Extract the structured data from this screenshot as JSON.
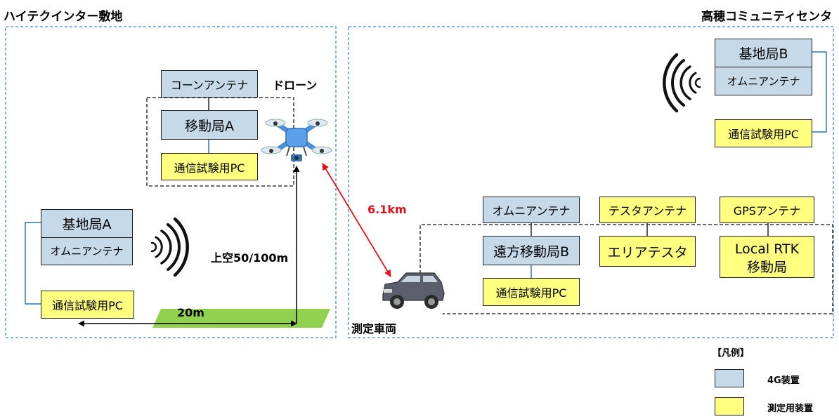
{
  "left_area": {
    "title": "ハイテクインター敷地"
  },
  "right_area": {
    "title": "高穂コミュニティセンタ"
  },
  "drone": {
    "label": "ドローン",
    "cone_antenna": "コーンアンテナ",
    "mobile_station": "移動局A",
    "test_pc": "通信試験用PC"
  },
  "base_a": {
    "name": "基地局A",
    "antenna": "オムニアンテナ",
    "test_pc": "通信試験用PC"
  },
  "base_b": {
    "name": "基地局B",
    "antenna": "オムニアンテナ",
    "test_pc": "通信試験用PC"
  },
  "height_label": "上空50/100m",
  "ground_label": "20m",
  "distance_label": "6.1km",
  "vehicle": {
    "label": "測定車両",
    "omni_antenna": "オムニアンテナ",
    "remote_station": "遠方移動局B",
    "test_pc": "通信試験用PC",
    "tester_antenna": "テスタアンテナ",
    "area_tester": "エリアテスタ",
    "gps_antenna": "GPSアンテナ",
    "rtk_line1": "Local RTK",
    "rtk_line2": "移動局"
  },
  "legend": {
    "title": "【凡例】",
    "items": [
      {
        "label": "4G装置",
        "color": "#c5d9e8"
      },
      {
        "label": "測定用装置",
        "color": "#ffff80"
      }
    ]
  },
  "colors": {
    "distance_arrow": "#e0121b",
    "ground_bar": "#92d050",
    "area_border": "#5b9bd5"
  }
}
